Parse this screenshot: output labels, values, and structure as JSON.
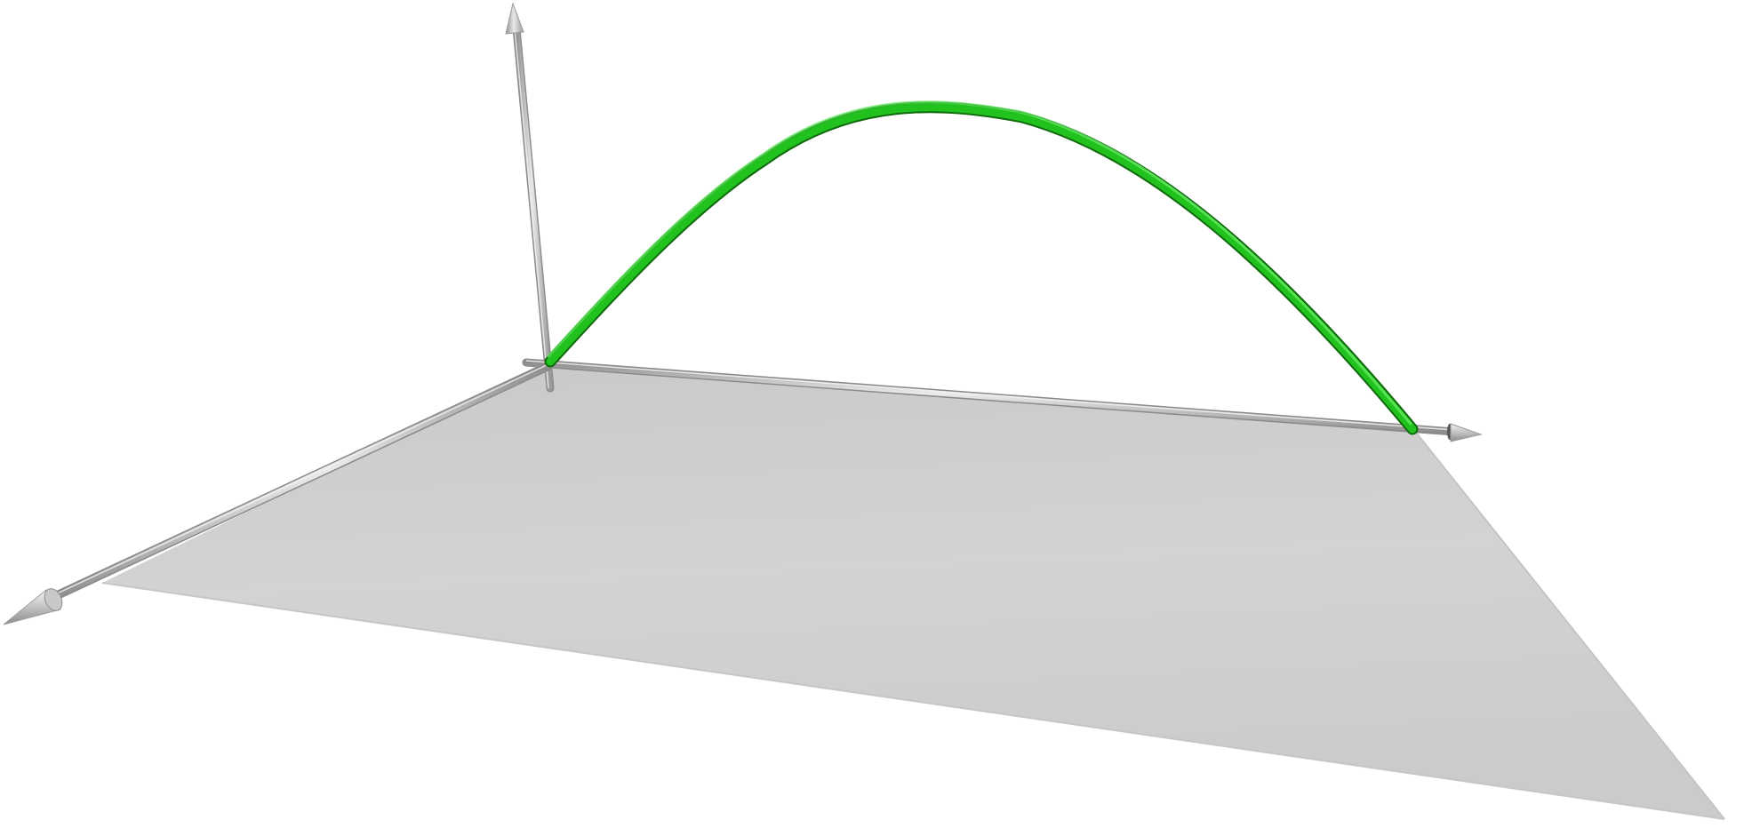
{
  "scene": {
    "type": "3d-graph",
    "background": "#ffffff",
    "plane_color": "#d0d0d0",
    "axis_color": "#b5b5b5",
    "curve_color": "#22c21e",
    "curve_dark_color": "#0f6a0c",
    "curve_shape": "parabolic arch",
    "axes": [
      "x-axis",
      "y-axis",
      "z-axis"
    ],
    "labels_visible": false
  }
}
